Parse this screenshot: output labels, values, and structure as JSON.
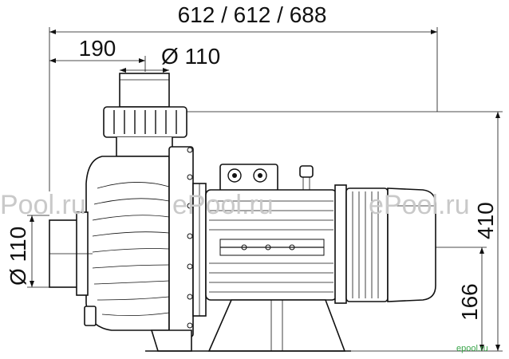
{
  "dimensions": {
    "total_length": "612 / 612 / 688",
    "inlet_offset": "190",
    "top_port_diameter": "Ø 110",
    "side_port_diameter": "Ø 110",
    "overall_height": "410",
    "axis_height": "166"
  },
  "watermarks": [
    "Pool.ru",
    "ePool.ru",
    "ePool.ru"
  ],
  "brand_mark": "epool.ru"
}
